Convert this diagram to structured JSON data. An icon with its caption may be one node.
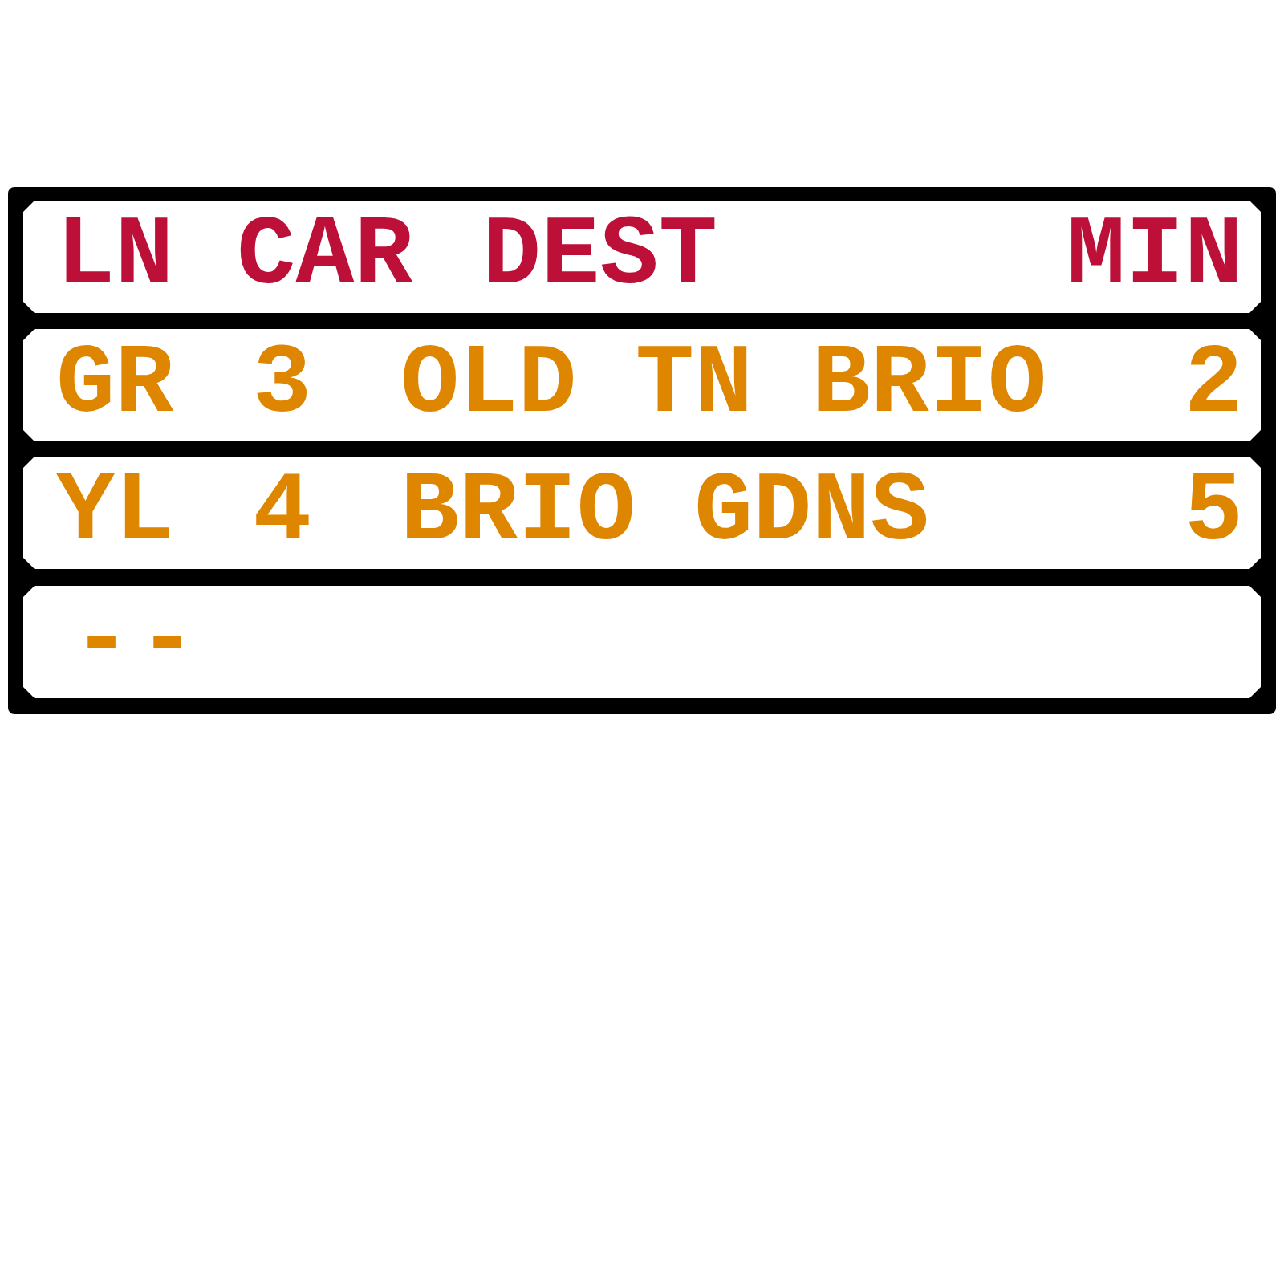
{
  "diagram": {
    "nodes": [
      {
        "text": [
          "LN",
          "CAR",
          "DEST",
          "MIN"
        ]
      },
      {
        "text": [
          "GR",
          "3",
          "OLD TN BRIO",
          "2"
        ]
      },
      {
        "text": [
          "YL",
          "4",
          "BRIO GDNS",
          "5"
        ]
      },
      {
        "text": [
          "-",
          "-"
        ]
      }
    ]
  }
}
